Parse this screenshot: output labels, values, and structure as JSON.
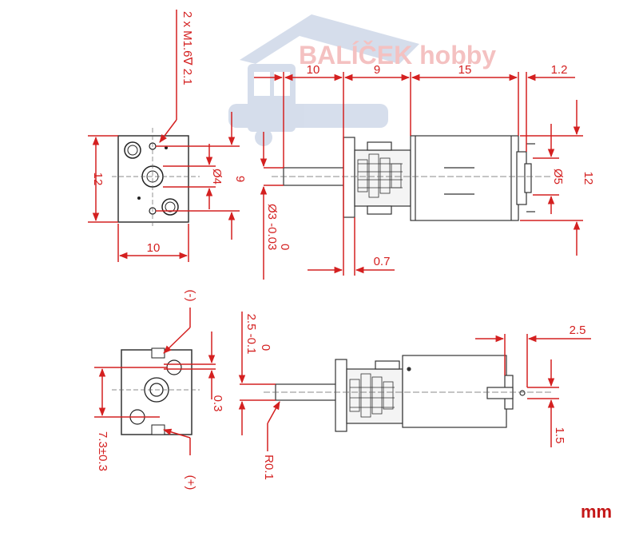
{
  "watermark": {
    "text": "BALÍČEK hobby"
  },
  "unit_label": "mm",
  "dims": {
    "hole_note": "2 x M1.6∇ 2.1",
    "front_height": "12",
    "front_width": "10",
    "hole_spacing": "9",
    "shaft_boss_dia": "Ø4",
    "side_len_a": "10",
    "side_len_b": "9",
    "side_len_c": "15",
    "side_len_d": "1.2",
    "side_height": "12",
    "end_boss_dia": "Ø5",
    "shaft_dia": "Ø3 -0.03",
    "shaft_dia_zero": "0",
    "flange_thick": "0.7",
    "bottom_minus": "(-)",
    "bottom_plus": "(+)",
    "flat_tol": "2.5 -0.1",
    "flat_zero": "0",
    "offset_03": "0.3",
    "terminal_spacing": "7.3±0.3",
    "radius": "R0.1",
    "terminal_len": "2.5",
    "terminal_w": "1.5"
  }
}
